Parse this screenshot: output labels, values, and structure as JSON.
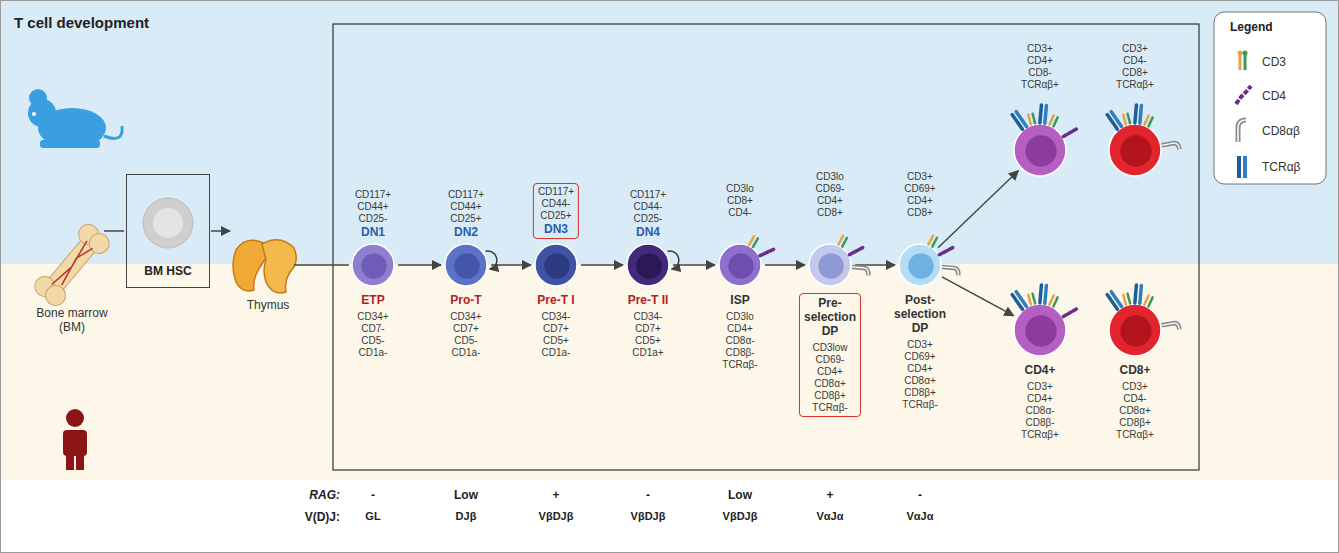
{
  "diagram": {
    "title": "T cell development",
    "nodes": [
      {
        "text": [
          "BM HSC"
        ]
      },
      {
        "text": [
          "CD117+ CD44+ CD25-",
          "DN1",
          "ETP",
          "CD34+ CD7- CD5- CD1a-"
        ]
      },
      {
        "text": [
          "CD117+ CD44+ CD25+",
          "DN2",
          "Pro-T",
          "CD34+ CD7+ CD5- CD1a-"
        ]
      },
      {
        "text": [
          "CD117+ CD44- CD25+",
          "DN3",
          "Pre-T I",
          "CD34- CD7+ CD5+ CD1a-"
        ]
      },
      {
        "text": [
          "CD117+ CD44- CD25-",
          "DN4",
          "Pre-T II",
          "CD34- CD7+ CD5+ CD1a+"
        ]
      },
      {
        "text": [
          "CD3lo CD8+ CD4-",
          "ISP",
          "CD3lo CD4+ CD8α- CD8β- TCRαβ-"
        ]
      },
      {
        "text": [
          "CD3lo CD69- CD4+ CD8+",
          "Pre-selection DP",
          "CD3low CD69- CD4+ CD8α+ CD8β+ TCRαβ-"
        ]
      },
      {
        "text": [
          "CD3+ CD69+ CD4+ CD8+",
          "Post-selection DP",
          "CD3+ CD69+ CD4+ CD8α+ CD8β+ TCRαβ-"
        ]
      },
      {
        "text": [
          "CD3+ CD4+ CD8- TCRαβ+"
        ]
      },
      {
        "text": [
          "CD3+ CD4- CD8+ TCRαβ+"
        ]
      },
      {
        "text": [
          "CD4+",
          "CD3+ CD4+ CD8α- CD8β- TCRαβ+"
        ]
      },
      {
        "text": [
          "CD8+",
          "CD3+ CD4- CD8α+ CD8β+ TCRαβ+"
        ]
      }
    ],
    "edges": [
      {
        "from": 1,
        "to": 2,
        "arrow": "to"
      },
      {
        "from": 2,
        "to": 3,
        "arrow": "to"
      },
      {
        "from": 3,
        "to": 4,
        "arrow": "to"
      },
      {
        "from": 4,
        "to": 5,
        "arrow": "to"
      },
      {
        "from": 5,
        "to": 6,
        "arrow": "to"
      },
      {
        "from": 6,
        "to": 7,
        "arrow": "to"
      },
      {
        "from": 7,
        "to": 8,
        "arrow": "to"
      },
      {
        "from": 7,
        "to": 10,
        "arrow": "to"
      }
    ],
    "labels": [
      "Bone marrow (BM)",
      "Thymus",
      "Legend",
      "RAG:",
      "V(D)J:",
      "-",
      "Low",
      "+",
      "-",
      "Low",
      "+",
      "-",
      "GL",
      "DJβ",
      "VβDJβ",
      "VβDJβ",
      "VβDJβ",
      "VαJα",
      "VαJα"
    ],
    "legend": [
      {
        "text": "CD3"
      },
      {
        "text": "CD4"
      },
      {
        "text": "CD8αβ"
      },
      {
        "text": "TCRαβ"
      }
    ]
  }
}
